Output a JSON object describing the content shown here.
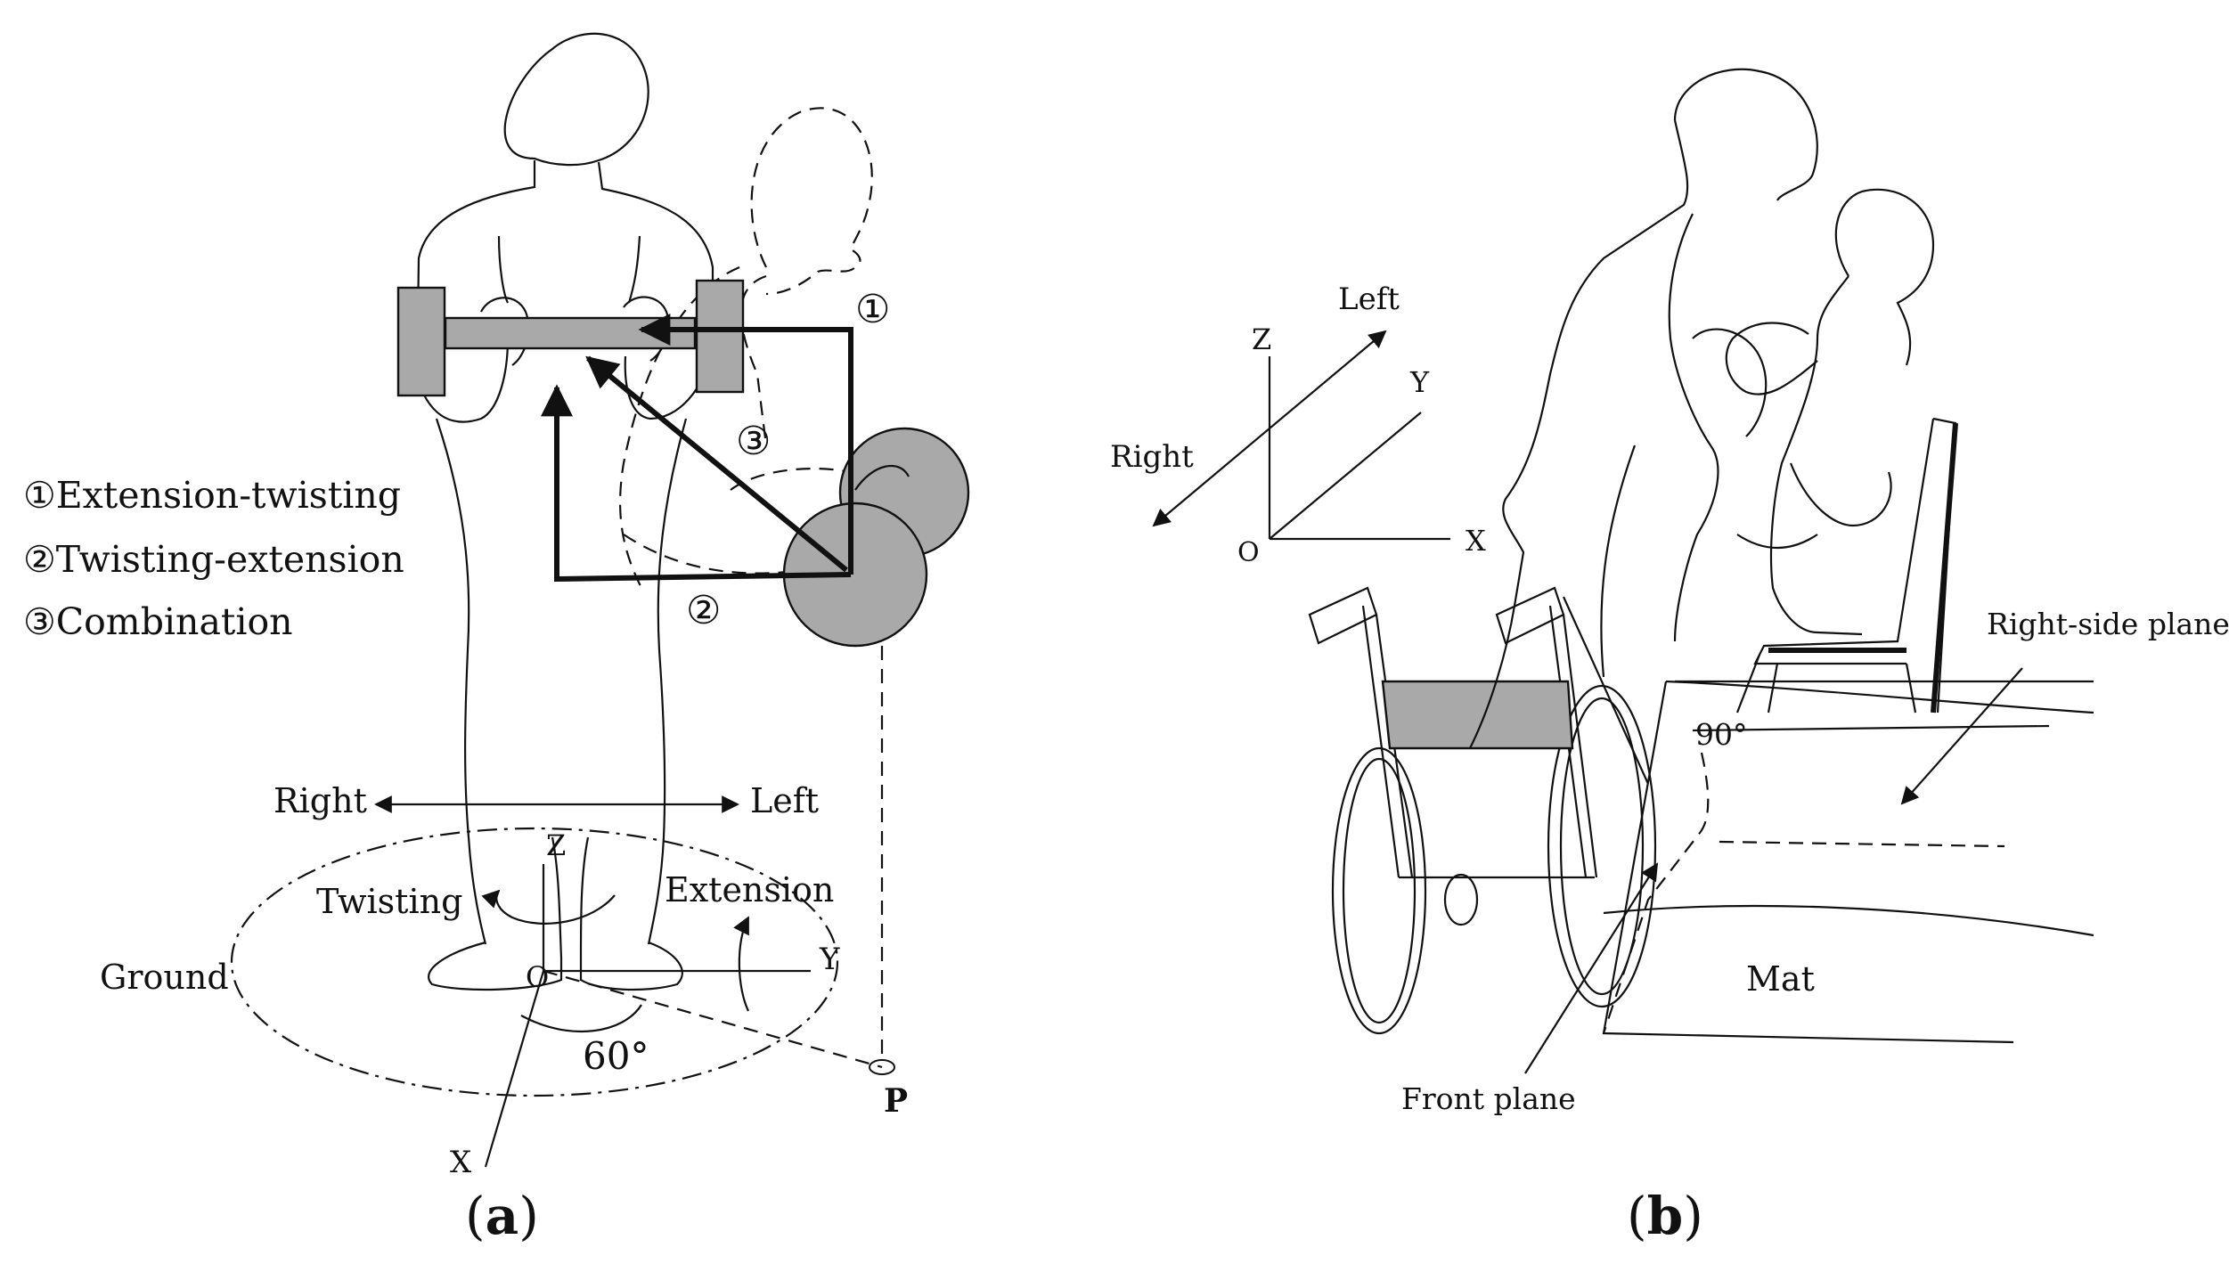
{
  "panel_a": {
    "legend": [
      "①Extension-twisting",
      "②Twisting-extension",
      "③Combination"
    ],
    "path_markers": {
      "one": "①",
      "two": "②",
      "three": "③"
    },
    "direction": {
      "right": "Right",
      "left": "Left"
    },
    "axes": {
      "z": "Z",
      "y": "Y",
      "x": "X",
      "o": "O"
    },
    "motion": {
      "twisting": "Twisting",
      "extension": "Extension"
    },
    "ground": "Ground",
    "angle": "60°",
    "point": "P",
    "caption": {
      "open": "(",
      "letter": "a",
      "close": ")"
    }
  },
  "panel_b": {
    "axes": {
      "z": "Z",
      "y": "Y",
      "x": "X",
      "o": "O"
    },
    "direction": {
      "left": "Left",
      "right": "Right"
    },
    "right_side_plane": "Right-side plane",
    "front_plane": "Front plane",
    "angle": "90°",
    "mat": "Mat",
    "caption": {
      "open": "(",
      "letter": "b",
      "close": ")"
    }
  },
  "colors": {
    "stroke": "#111111",
    "fill_gray": "#a9a9a9",
    "background": "#ffffff"
  }
}
